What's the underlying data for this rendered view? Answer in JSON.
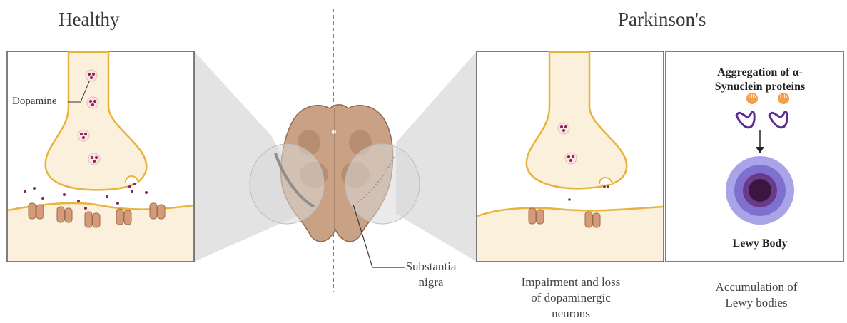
{
  "headings": {
    "healthy": "Healthy",
    "parkinsons": "Parkinson's"
  },
  "labels": {
    "dopamine": "Dopamine",
    "substantia_nigra": [
      "Substantia",
      "nigra"
    ],
    "aggregation": [
      "Aggregation of α-",
      "Synuclein proteins"
    ],
    "ub_tag": "Ub",
    "lewy_body": "Lewy Body"
  },
  "captions": {
    "impairment": [
      "Impairment and loss",
      "of dopaminergic",
      "neurons"
    ],
    "accumulation": [
      "Accumulation of",
      "Lewy bodies"
    ]
  },
  "colors": {
    "membrane": "#e8b33c",
    "terminal_fill": "#faf0dc",
    "vesicle_dot": "#8b2252",
    "receptor": "#d59a78",
    "midbrain": "#c9a285",
    "protein": "#5b2c91",
    "ub": "#f0a04b",
    "lewy_core": "#3b1640",
    "lewy_halo": "#a9a3e8"
  },
  "icons": [
    "synapse-terminal",
    "midbrain-section",
    "alpha-synuclein-protein",
    "lewy-body"
  ]
}
